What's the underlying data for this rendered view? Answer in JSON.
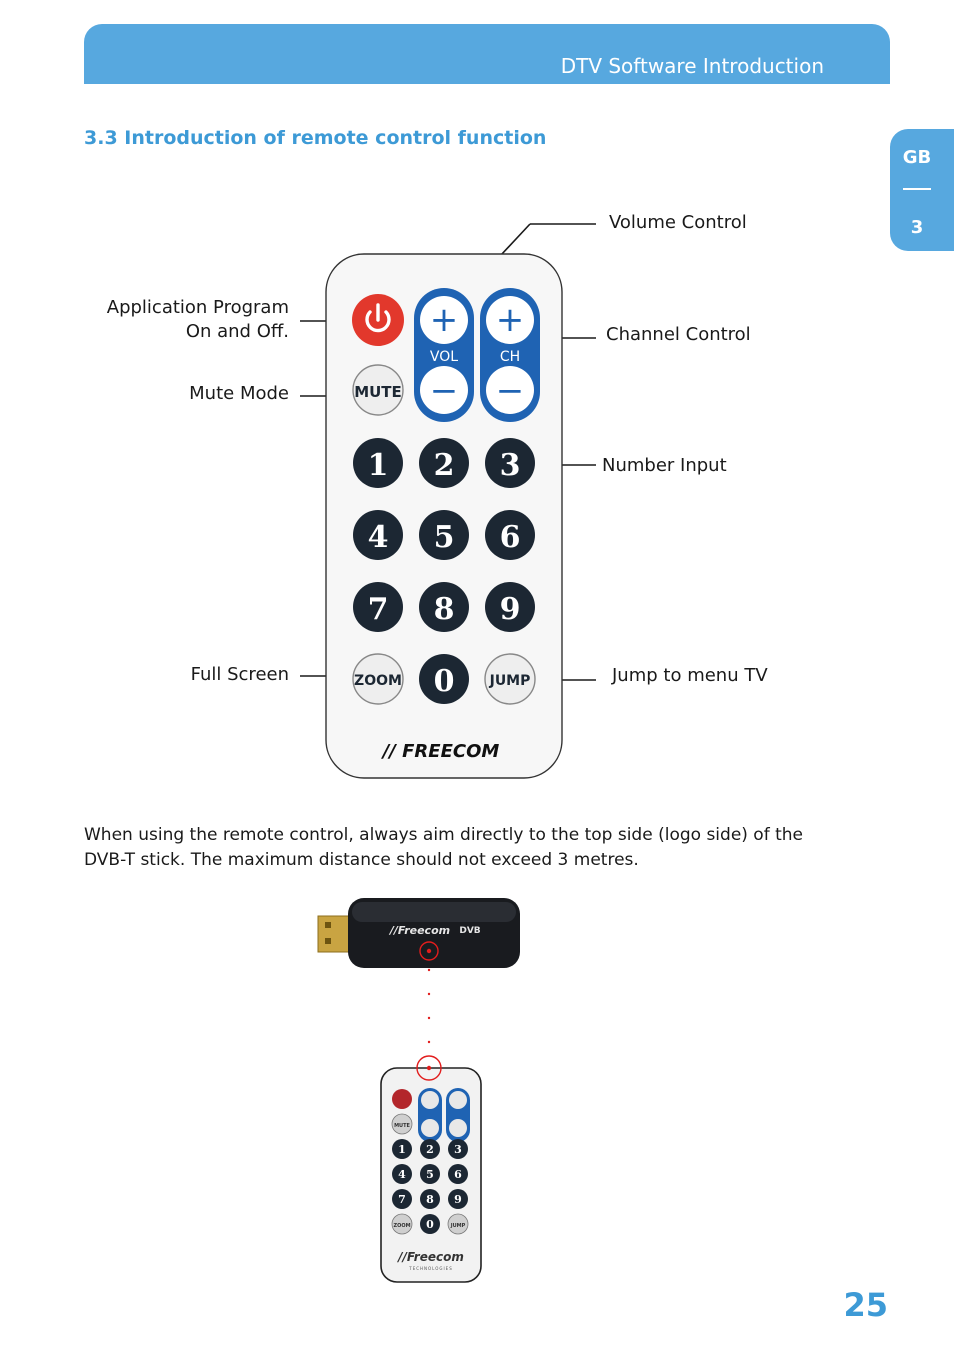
{
  "header": {
    "title": "DTV Software Introduction"
  },
  "side_tab": {
    "language": "GB",
    "chapter": "3"
  },
  "section": {
    "title": "3.3  Introduction of remote control function"
  },
  "callouts": {
    "volume": "Volume Control",
    "power_line1": "Application Program",
    "power_line2": "On and Off.",
    "channel": "Channel Control",
    "mute": "Mute Mode",
    "number": "Number Input",
    "fullscreen": "Full Screen",
    "jump": "Jump to menu TV"
  },
  "remote": {
    "power_icon": "power-icon",
    "mute_label": "MUTE",
    "vol_label": "VOL",
    "ch_label": "CH",
    "plus": "+",
    "minus": "−",
    "digits": [
      "1",
      "2",
      "3",
      "4",
      "5",
      "6",
      "7",
      "8",
      "9",
      "0"
    ],
    "zoom_label": "ZOOM",
    "jump_label": "JUMP",
    "brand": "// FREECOM"
  },
  "usb_stick": {
    "brand": "//Freecom",
    "badge": "DVB"
  },
  "small_remote": {
    "brand": "//Freecom",
    "sub": "TECHNOLOGIES",
    "mute": "MUTE",
    "zoom": "ZOOM",
    "jump": "JUMP"
  },
  "body": {
    "text": "When using the remote control, always aim directly to the top side (logo side) of the DVB-T stick. The maximum distance should not exceed 3 metres."
  },
  "page": {
    "number": "25"
  },
  "colors": {
    "accent": "#57a8df",
    "title_blue": "#3d9ad6",
    "power_red": "#e2382c",
    "vol_blue": "#1f63b3",
    "button_dark": "#1c2733"
  }
}
